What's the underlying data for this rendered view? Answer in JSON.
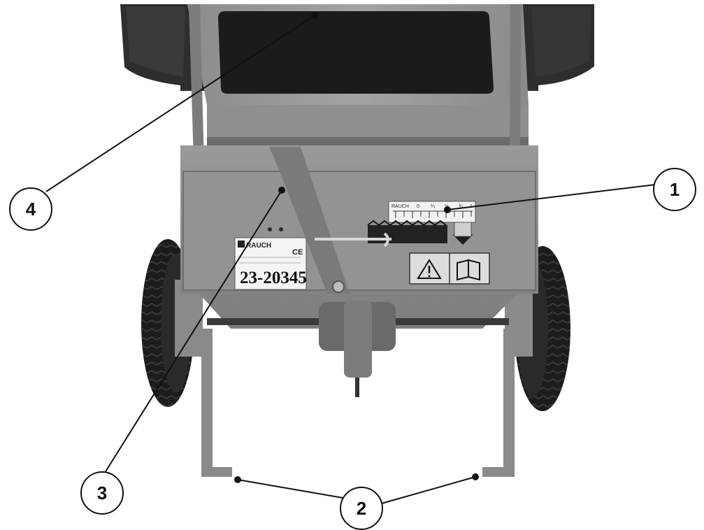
{
  "machine": {
    "brand_label": "RAUCH",
    "ce_mark": "CE",
    "serial_number": "23-20345",
    "scale_label": "RAUCH",
    "scale_ticks": [
      "0",
      "¼",
      "½",
      "¾",
      "1"
    ],
    "warning_icon": "warning-triangle-icon",
    "manual_icon": "open-book-icon"
  },
  "callouts": [
    {
      "label": "1"
    },
    {
      "label": "2"
    },
    {
      "label": "3"
    },
    {
      "label": "4"
    }
  ],
  "colors": {
    "line": "#111111",
    "circle_fill": "#ffffff",
    "machine_body": "#8e8e8e",
    "hopper": "#2e2e2e",
    "tire": "#1c1c1c"
  }
}
